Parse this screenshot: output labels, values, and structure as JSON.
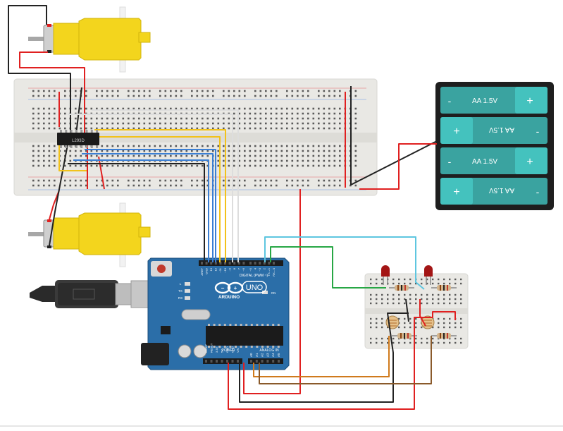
{
  "driver_chip": {
    "label": "L293D"
  },
  "battery_pack": {
    "cells": [
      {
        "label": "AA 1.5V",
        "plus": "+",
        "minus": "-"
      },
      {
        "label": "AA 1.5V",
        "plus": "+",
        "minus": "-"
      },
      {
        "label": "AA 1.5V",
        "plus": "+",
        "minus": "-"
      },
      {
        "label": "AA 1.5V",
        "plus": "+",
        "minus": "-"
      }
    ]
  },
  "arduino": {
    "brand": "ARDUINO",
    "model": "UNO",
    "digital_header_label": "DIGITAL (PWM ~)",
    "power_header_label": "POWER",
    "analog_header_label": "ANALOG IN",
    "aref": "AREF",
    "gnd": "GND",
    "digital_pins": [
      "13",
      "12",
      "~11",
      "~10",
      "~9",
      "8",
      "7",
      "~6",
      "~5",
      "4",
      "~3",
      "2",
      "TX→1",
      "RX←0"
    ],
    "analog_pins": [
      "A0",
      "A1",
      "A2",
      "A3",
      "A4",
      "A5"
    ],
    "power_pins": [
      "IOREF",
      "RESET",
      "3.3V",
      "5V",
      "GND",
      "GND",
      "VIN"
    ],
    "on_led": "ON",
    "tx_led": "TX",
    "rx_led": "RX",
    "l_led": "L"
  },
  "colors": {
    "board": "#2b6ea8",
    "breadboard": "#e9e8e4",
    "motor": "#f3d51d",
    "battery": "#3aa3a0",
    "wire_red": "#e02020",
    "wire_black": "#222222",
    "wire_yellow": "#f2c21b",
    "wire_blue": "#3b7fd4",
    "wire_white": "#dddddd",
    "wire_green": "#28a745",
    "wire_cyan": "#5ec6e0",
    "wire_orange": "#d07a1c",
    "wire_brown": "#8a5a2b"
  }
}
